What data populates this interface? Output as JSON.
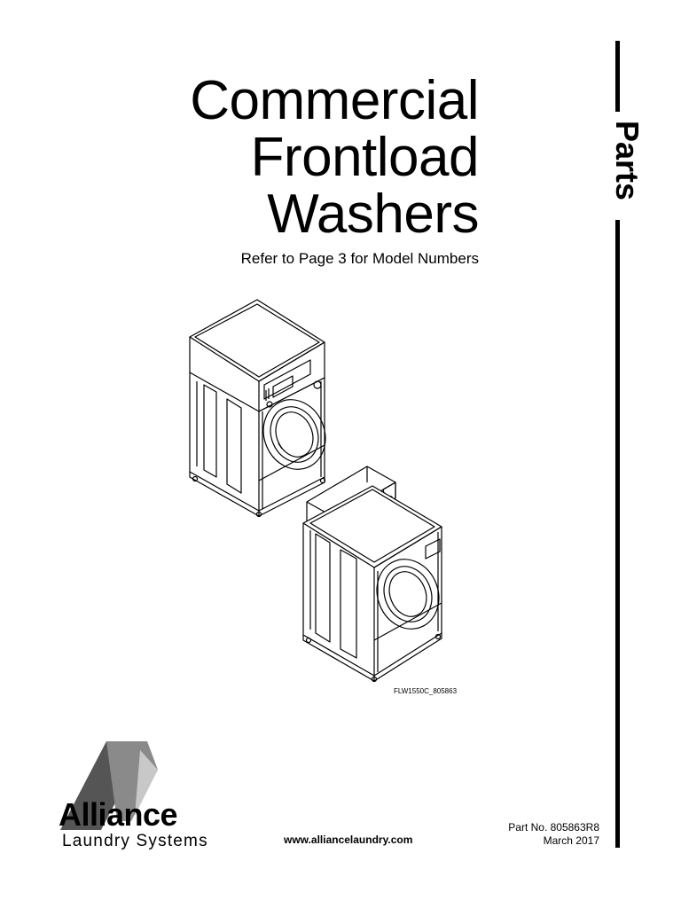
{
  "title": {
    "line1": "Commercial",
    "line2": "Frontload",
    "line3": "Washers"
  },
  "subtitle": "Refer to Page 3 for Model Numbers",
  "side_label": "Parts",
  "figure": {
    "caption": "FLW1550C_805863",
    "description_icon": "washer-illustration"
  },
  "logo": {
    "wordmark": "Alliance",
    "tagline": "Laundry Systems"
  },
  "website": "www.alliancelaundry.com",
  "footer": {
    "part_no": "Part No. 805863R8",
    "date": "March 2017"
  }
}
